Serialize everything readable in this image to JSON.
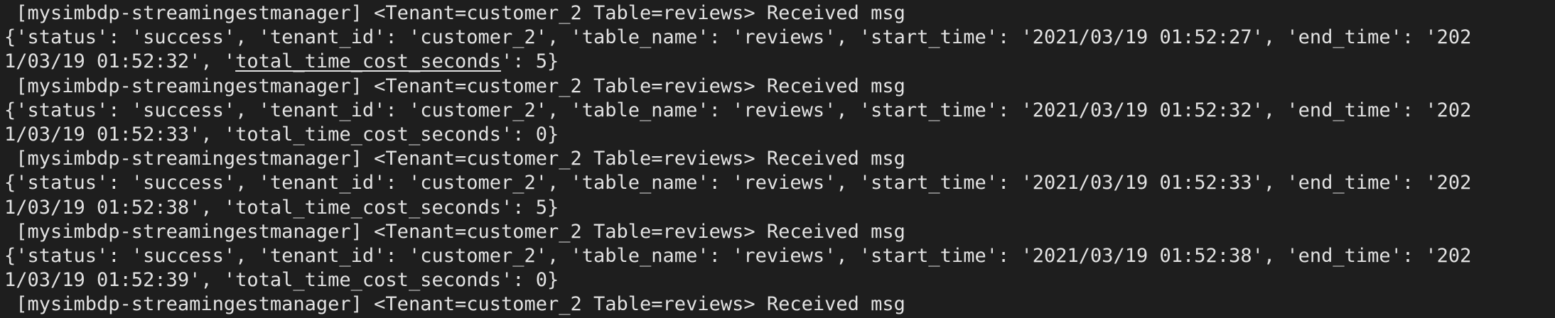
{
  "terminal": {
    "background": "#1e1e1e",
    "foreground": "#e2e2e2",
    "lines": [
      " [mysimbdp-streamingestmanager] <Tenant=customer_2 Table=reviews> Received msg",
      "{'status': 'success', 'tenant_id': 'customer_2', 'table_name': 'reviews', 'start_time': '2021/03/19 01:52:27', 'end_time': '202",
      "1/03/19 01:52:32', 'total_time_cost_seconds': 5}",
      " [mysimbdp-streamingestmanager] <Tenant=customer_2 Table=reviews> Received msg",
      "{'status': 'success', 'tenant_id': 'customer_2', 'table_name': 'reviews', 'start_time': '2021/03/19 01:52:32', 'end_time': '202",
      "1/03/19 01:52:33', 'total_time_cost_seconds': 0}",
      " [mysimbdp-streamingestmanager] <Tenant=customer_2 Table=reviews> Received msg",
      "{'status': 'success', 'tenant_id': 'customer_2', 'table_name': 'reviews', 'start_time': '2021/03/19 01:52:33', 'end_time': '202",
      "1/03/19 01:52:38', 'total_time_cost_seconds': 5}",
      " [mysimbdp-streamingestmanager] <Tenant=customer_2 Table=reviews> Received msg",
      "{'status': 'success', 'tenant_id': 'customer_2', 'table_name': 'reviews', 'start_time': '2021/03/19 01:52:38', 'end_time': '202",
      "1/03/19 01:52:39', 'total_time_cost_seconds': 0}",
      " [mysimbdp-streamingestmanager] <Tenant=customer_2 Table=reviews> Received msg"
    ],
    "line3_prefix": "1/03/19 01:52:32', '",
    "line3_underlined": "total_time_cost_seconds",
    "line3_suffix": "': 5}"
  }
}
